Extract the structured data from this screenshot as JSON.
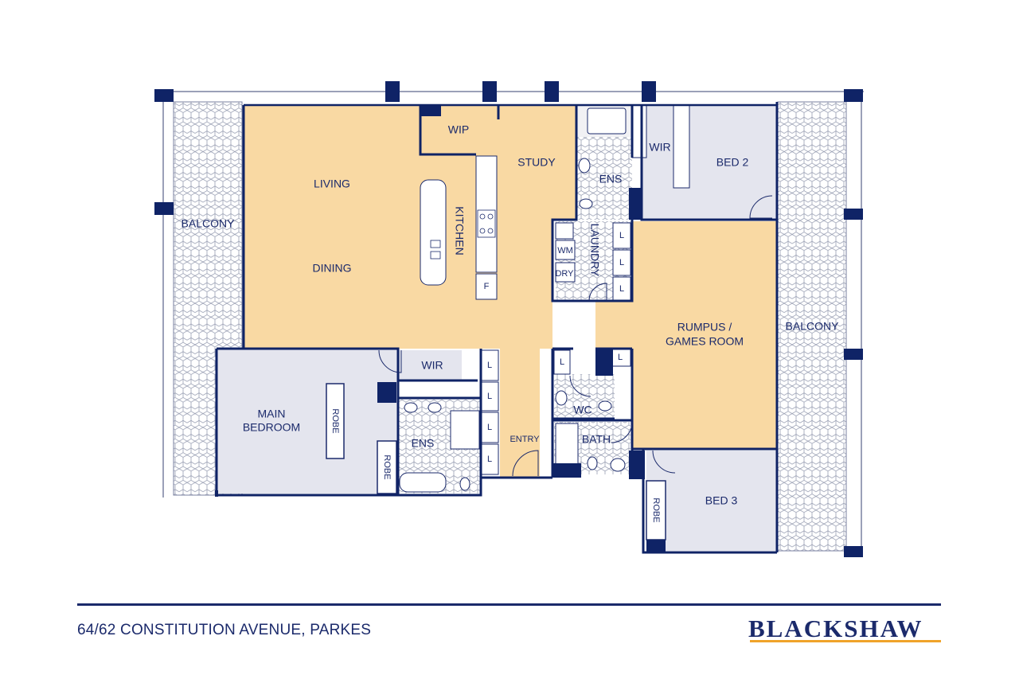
{
  "rooms": {
    "living": "LIVING",
    "dining": "DINING",
    "kitchen": "KITCHEN",
    "wip": "WIP",
    "study": "STUDY",
    "ens_top": "ENS",
    "wir_top": "WIR",
    "bed2": "BED 2",
    "laundry": "LAUNDRY",
    "wm": "WM",
    "dry": "DRY",
    "balcony_left": "BALCONY",
    "balcony_right": "BALCONY",
    "rumpus_line1": "RUMPUS /",
    "rumpus_line2": "GAMES ROOM",
    "main_bed_line1": "MAIN",
    "main_bed_line2": "BEDROOM",
    "robe_main": "ROBE",
    "robe_small": "ROBE",
    "wir_main": "WIR",
    "ens_main": "ENS",
    "entry": "ENTRY",
    "wc": "WC",
    "bath": "BATH",
    "bed3": "BED 3",
    "robe_bed3": "ROBE",
    "fridge": "F",
    "linen": "L"
  },
  "footer": {
    "address": "64/62 CONSTITUTION AVENUE, PARKES",
    "brand": "BLACKSHAW"
  },
  "colors": {
    "wall": "#0f2366",
    "living_fill": "#f9d9a3",
    "bedroom_fill": "#e4e5ee",
    "wet_fill": "#f1f1f4",
    "accent": "#f0a32a"
  }
}
